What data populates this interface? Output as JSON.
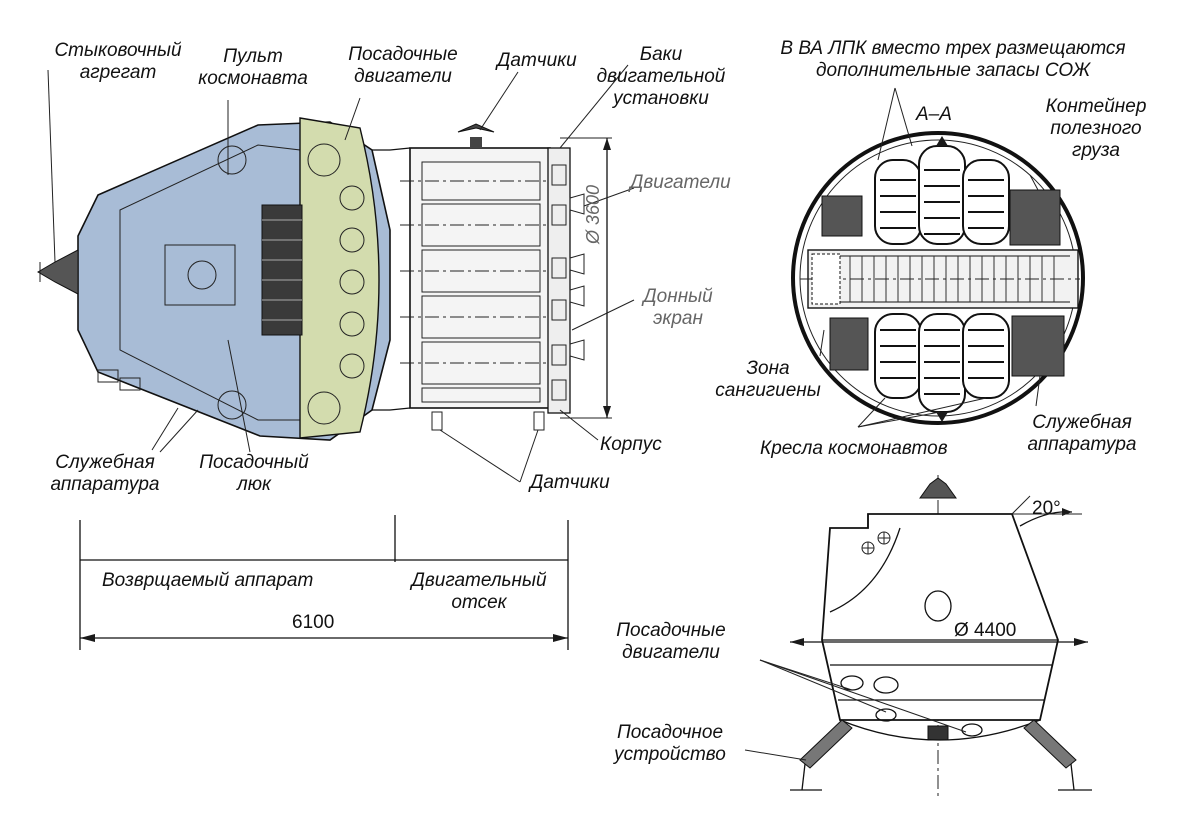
{
  "labels": {
    "docking_unit": "Стыковочный агрегат",
    "cosmonaut_console": "Пульт космонавта",
    "landing_engines_top": "Посадочные двигатели",
    "sensors_top": "Датчики",
    "propulsion_tanks": "Баки двигательной установки",
    "engines": "Двигатели",
    "diameter_3600": "Ø 3600",
    "bottom_shield": "Донный экран",
    "service_equipment_left": "Служебная аппаратура",
    "landing_hatch": "Посадочный люк",
    "hull": "Корпус",
    "sensors_bottom": "Датчики",
    "section_note": "В ВА ЛПК вместо трех размещаются дополнительные запасы СОЖ",
    "section_aa": "А–А",
    "payload_container": "Контейнер полезного груза",
    "sanitary_zone": "Зона сангигиены",
    "cosmonaut_seats": "Кресла космонавтов",
    "service_equipment_right": "Служебная аппаратура",
    "angle_20": "20°",
    "diameter_4400": "Ø 4400",
    "landing_engines_bottom": "Посадочные двигатели",
    "landing_gear": "Посадочное устройство"
  },
  "dimensions": {
    "return_vehicle": "Возврщаемый аппарат",
    "engine_compartment": "Двигательный отсек",
    "total_length": "6100"
  },
  "colors": {
    "capsule_fill": "#a8bcd6",
    "heatshield_fill": "#d3dcae",
    "line": "#111111"
  }
}
